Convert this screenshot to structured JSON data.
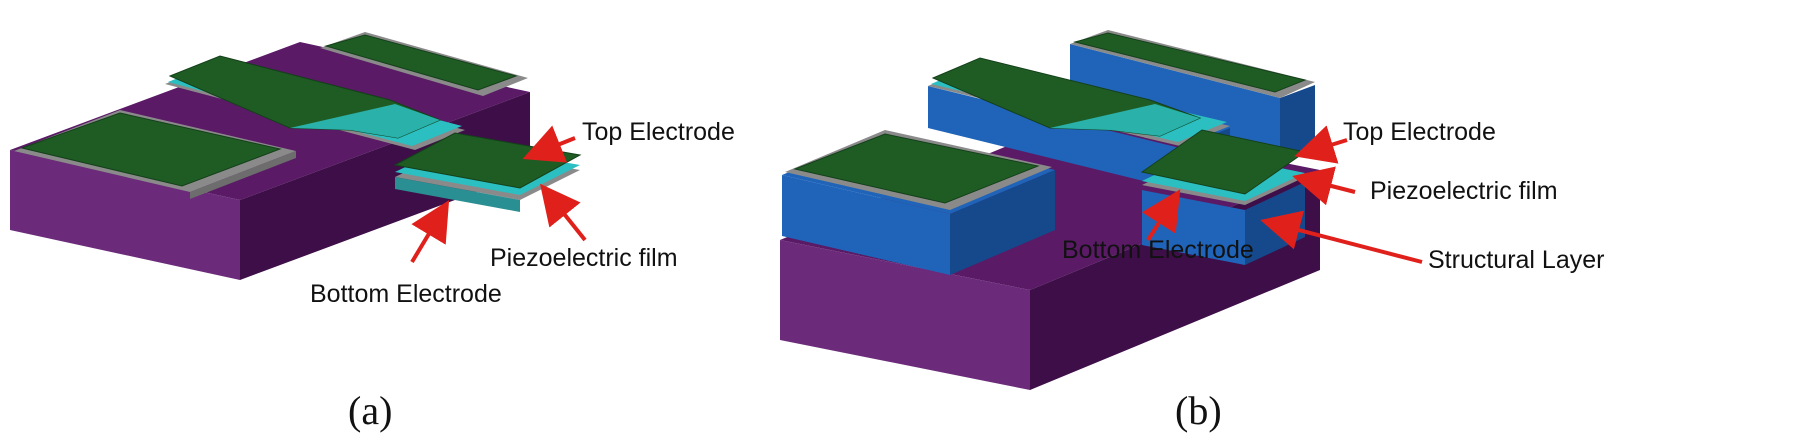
{
  "panels": {
    "a": {
      "caption": "(a)",
      "labels": {
        "top_electrode": "Top Electrode",
        "piezoelectric_film": "Piezoelectric film",
        "bottom_electrode": "Bottom Electrode"
      }
    },
    "b": {
      "caption": "(b)",
      "labels": {
        "top_electrode": "Top Electrode",
        "piezoelectric_film": "Piezoelectric film",
        "structural_layer": "Structural Layer",
        "bottom_electrode": "Bottom Electrode"
      }
    }
  },
  "colors": {
    "substrate_top": "#5a1a66",
    "substrate_front": "#6b2a7a",
    "substrate_side": "#3e0e48",
    "electrode_green": "#1f5c24",
    "electrode_green_edge": "#14401a",
    "piezo_cyan": "#2bbfc2",
    "bottom_electrode_gray": "#8a8a8a",
    "structural_blue": "#1f64b8",
    "structural_blue_side": "#15498c",
    "arrow_red": "#e0201b"
  }
}
